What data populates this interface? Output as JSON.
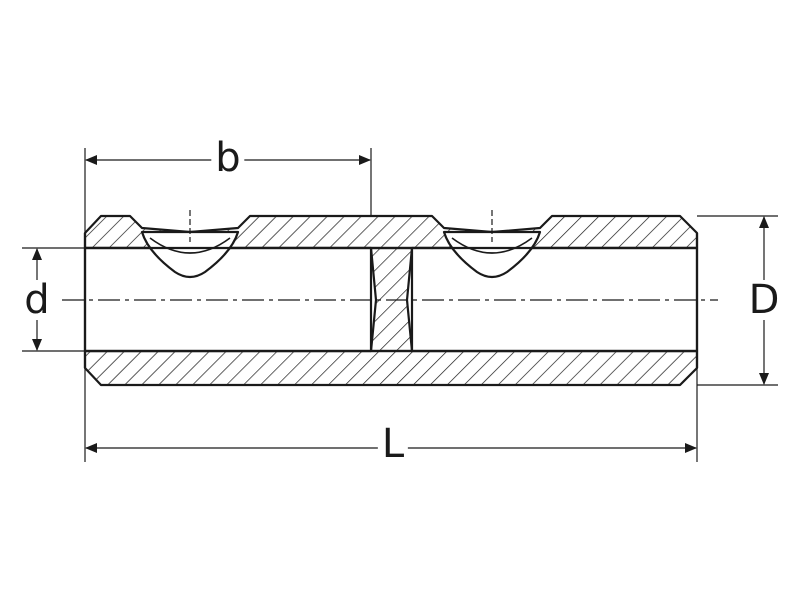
{
  "dimensions": {
    "b": "b",
    "d": "d",
    "D": "D",
    "L": "L"
  },
  "colors": {
    "line": "#1a1a1a",
    "background": "#ffffff"
  }
}
